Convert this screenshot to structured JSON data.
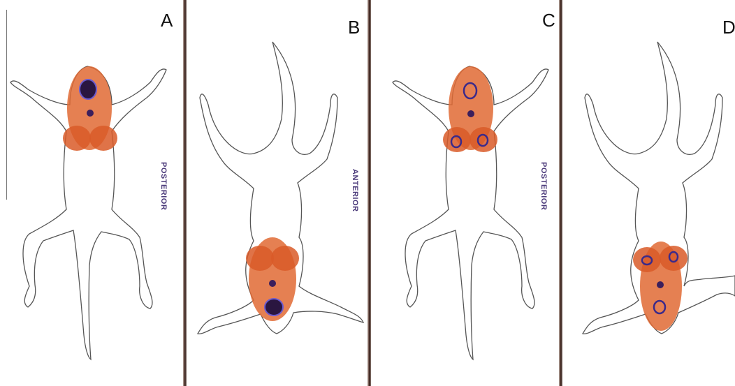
{
  "panels": [
    {
      "letter": "A",
      "view": "POSTERIOR"
    },
    {
      "letter": "B",
      "view": "ANTERIOR"
    },
    {
      "letter": "C",
      "view": "POSTERIOR"
    },
    {
      "letter": "D",
      "view": ""
    }
  ],
  "colors": {
    "outline": "#555555",
    "uptake_orange": "#e0622a",
    "uptake_dark": "#3b1f5c",
    "label_purple": "#4b3a7a"
  }
}
